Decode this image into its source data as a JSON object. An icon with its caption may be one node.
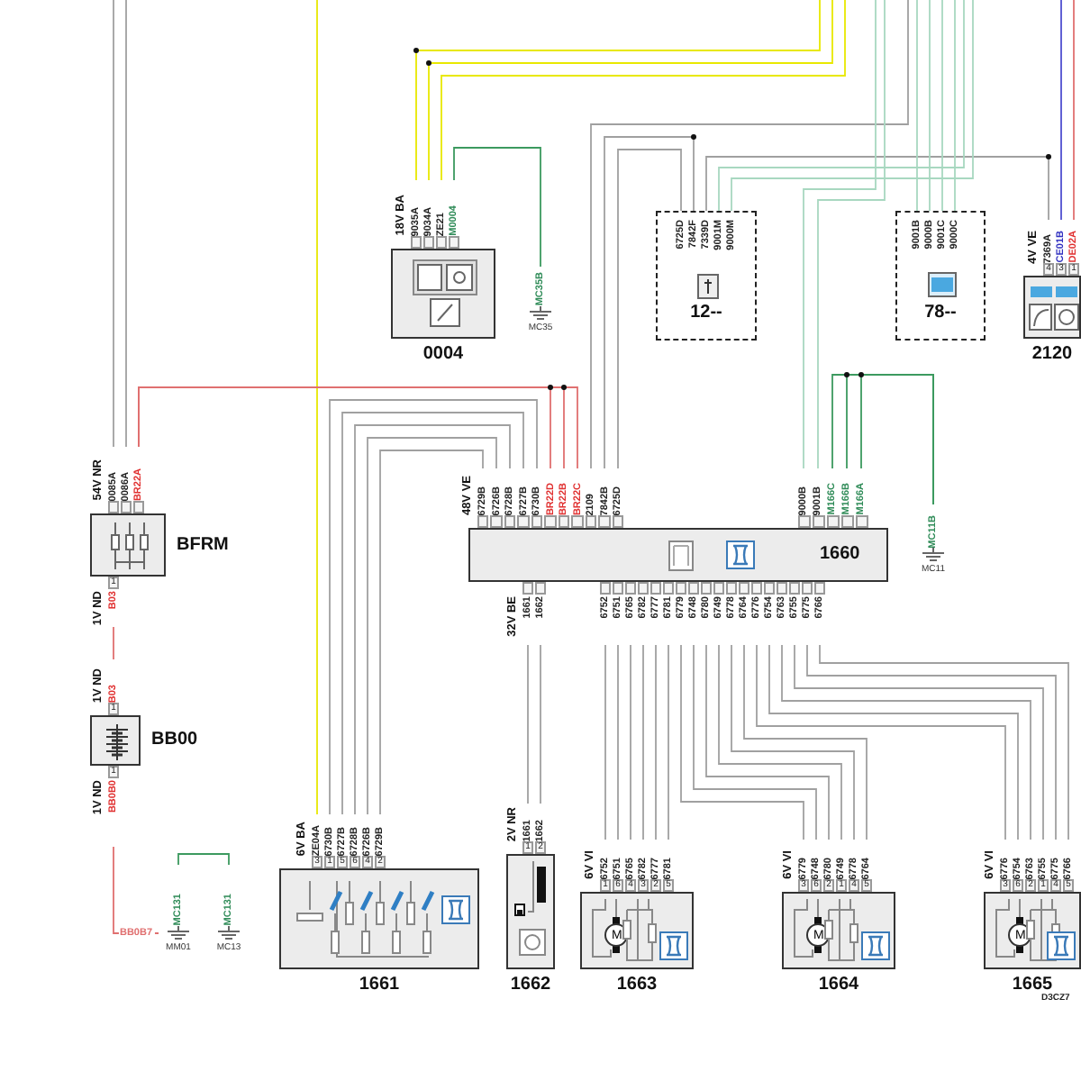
{
  "diagram": {
    "nodes": [
      {
        "text": [
          "0004"
        ],
        "beside": [
          "18V BA",
          "9035A",
          "9034A",
          "ZE21",
          "M0004"
        ]
      },
      {
        "text": [
          "6725D",
          "7842F",
          "7339D",
          "9001M",
          "9000M",
          "12--"
        ]
      },
      {
        "text": [
          "9001B",
          "9000B",
          "9001C",
          "9000C",
          "78--"
        ]
      },
      {
        "text": [
          "2120"
        ],
        "beside": [
          "4V VE",
          "7369A",
          "CE01B",
          "DE02A",
          "4",
          "3",
          "1"
        ]
      },
      {
        "text": [
          "BFRM"
        ],
        "beside": [
          "54V NR",
          "0085A",
          "0086A",
          "BR22A",
          "1V ND",
          "B03",
          "1"
        ]
      },
      {
        "text": [
          "BB00"
        ],
        "beside": [
          "1V ND",
          "B03",
          "1",
          "1V ND",
          "BB0B0",
          "1"
        ]
      },
      {
        "text": [
          "1661"
        ],
        "beside": [
          "6V BA",
          "ZE04A",
          "6730B",
          "6727B",
          "6728B",
          "6726B",
          "6729B",
          "3",
          "1",
          "5",
          "6",
          "4",
          "2"
        ]
      },
      {
        "text": [
          "1662"
        ],
        "beside": [
          "2V NR",
          "1661",
          "1662",
          "1",
          "2"
        ]
      },
      {
        "text": [
          "M",
          "1663"
        ],
        "beside": [
          "6V VI",
          "6752",
          "6751",
          "6765",
          "6782",
          "6777",
          "6781",
          "1",
          "6",
          "4",
          "3",
          "2",
          "5"
        ]
      },
      {
        "text": [
          "M",
          "1664"
        ],
        "beside": [
          "6V VI",
          "6779",
          "6748",
          "6780",
          "6749",
          "6778",
          "6764",
          "3",
          "6",
          "2",
          "1",
          "4",
          "5"
        ]
      },
      {
        "text": [
          "M",
          "1665"
        ],
        "beside": [
          "6V VI",
          "6776",
          "6754",
          "6763",
          "6755",
          "6775",
          "6766",
          "3",
          "6",
          "2",
          "1",
          "4",
          "5"
        ]
      },
      {
        "text": [
          "1660"
        ],
        "beside": [
          "48V VE",
          "6729B",
          "6726B",
          "6728B",
          "6727B",
          "6730B",
          "BR22D",
          "BR22B",
          "BR22C",
          "2109",
          "7842B",
          "6725D",
          "9000B",
          "9001B",
          "M166C",
          "M166B",
          "M166A",
          "32V BE",
          "1661",
          "1662",
          "6752",
          "6751",
          "6765",
          "6782",
          "6777",
          "6781",
          "6779",
          "6748",
          "6780",
          "6749",
          "6778",
          "6764",
          "6776",
          "6754",
          "6763",
          "6755",
          "6775",
          "6766"
        ]
      },
      {
        "text": [
          "MC35B",
          "MC35"
        ]
      },
      {
        "text": [
          "MC11B",
          "MC11"
        ]
      },
      {
        "text": [
          "MC131",
          "MM01"
        ]
      },
      {
        "text": [
          "MC131",
          "MC13"
        ]
      }
    ],
    "edges": [
      {
        "from": 6,
        "to": null,
        "arrow": "none",
        "color": "#e8e800"
      },
      {
        "from": 6,
        "to": 11,
        "arrow": "none"
      },
      {
        "from": 6,
        "to": 11,
        "arrow": "none"
      },
      {
        "from": 6,
        "to": 11,
        "arrow": "none"
      },
      {
        "from": 6,
        "to": 11,
        "arrow": "none"
      },
      {
        "from": 6,
        "to": 11,
        "arrow": "none"
      },
      {
        "from": 4,
        "to": 11,
        "arrow": "none",
        "color": "#e07070"
      },
      {
        "from": 4,
        "to": 11,
        "arrow": "none",
        "color": "#e07070"
      },
      {
        "from": 4,
        "to": 11,
        "arrow": "none",
        "color": "#e07070"
      },
      {
        "from": 11,
        "to": null,
        "arrow": "none"
      },
      {
        "from": 11,
        "to": 1,
        "arrow": "none"
      },
      {
        "from": 11,
        "to": 1,
        "arrow": "none"
      },
      {
        "from": 1,
        "to": 3,
        "arrow": "none"
      },
      {
        "from": 1,
        "to": null,
        "arrow": "none",
        "color": "#a8d8c0"
      },
      {
        "from": 1,
        "to": null,
        "arrow": "none",
        "color": "#a8d8c0"
      },
      {
        "from": 2,
        "to": null,
        "arrow": "none",
        "color": "#a8d8c0"
      },
      {
        "from": 2,
        "to": null,
        "arrow": "none",
        "color": "#a8d8c0"
      },
      {
        "from": 2,
        "to": null,
        "arrow": "none",
        "color": "#a8d8c0"
      },
      {
        "from": 2,
        "to": null,
        "arrow": "none",
        "color": "#a8d8c0"
      },
      {
        "from": 11,
        "to": null,
        "arrow": "none",
        "color": "#a8d8c0"
      },
      {
        "from": 11,
        "to": null,
        "arrow": "none",
        "color": "#a8d8c0"
      },
      {
        "from": 11,
        "to": 13,
        "arrow": "none",
        "color": "#3c9a5f"
      },
      {
        "from": 11,
        "to": 13,
        "arrow": "none",
        "color": "#3c9a5f"
      },
      {
        "from": 11,
        "to": 13,
        "arrow": "none",
        "color": "#3c9a5f"
      },
      {
        "from": 0,
        "to": null,
        "arrow": "none",
        "color": "#e8e800"
      },
      {
        "from": 0,
        "to": null,
        "arrow": "none",
        "color": "#e8e800"
      },
      {
        "from": 0,
        "to": null,
        "arrow": "none",
        "color": "#e8e800"
      },
      {
        "from": 0,
        "to": 12,
        "arrow": "none",
        "color": "#3c9a5f"
      },
      {
        "from": 3,
        "to": null,
        "arrow": "none",
        "color": "#5050d0"
      },
      {
        "from": 3,
        "to": null,
        "arrow": "none",
        "color": "#e07070"
      },
      {
        "from": 4,
        "to": null,
        "arrow": "none"
      },
      {
        "from": 4,
        "to": null,
        "arrow": "none"
      },
      {
        "from": 4,
        "to": 5,
        "arrow": "none",
        "color": "#e07070"
      },
      {
        "from": 5,
        "to": 14,
        "arrow": "none",
        "label": "BB0B7",
        "color": "#e07070"
      },
      {
        "from": 14,
        "to": 15,
        "arrow": "none",
        "color": "#3c9a5f"
      },
      {
        "from": 11,
        "to": 8,
        "arrow": "none"
      },
      {
        "from": 11,
        "to": 8,
        "arrow": "none"
      },
      {
        "from": 11,
        "to": 8,
        "arrow": "none"
      },
      {
        "from": 11,
        "to": 8,
        "arrow": "none"
      },
      {
        "from": 11,
        "to": 8,
        "arrow": "none"
      },
      {
        "from": 11,
        "to": 8,
        "arrow": "none"
      },
      {
        "from": 11,
        "to": 9,
        "arrow": "none"
      },
      {
        "from": 11,
        "to": 9,
        "arrow": "none"
      },
      {
        "from": 11,
        "to": 9,
        "arrow": "none"
      },
      {
        "from": 11,
        "to": 9,
        "arrow": "none"
      },
      {
        "from": 11,
        "to": 9,
        "arrow": "none"
      },
      {
        "from": 11,
        "to": 9,
        "arrow": "none"
      },
      {
        "from": 11,
        "to": 10,
        "arrow": "none"
      },
      {
        "from": 11,
        "to": 10,
        "arrow": "none"
      },
      {
        "from": 11,
        "to": 10,
        "arrow": "none"
      },
      {
        "from": 11,
        "to": 10,
        "arrow": "none"
      },
      {
        "from": 11,
        "to": 10,
        "arrow": "none"
      },
      {
        "from": 11,
        "to": 10,
        "arrow": "none"
      },
      {
        "from": 11,
        "to": 7,
        "arrow": "none"
      },
      {
        "from": 11,
        "to": 7,
        "arrow": "none"
      }
    ],
    "labels": [
      "D3CZ7"
    ]
  }
}
